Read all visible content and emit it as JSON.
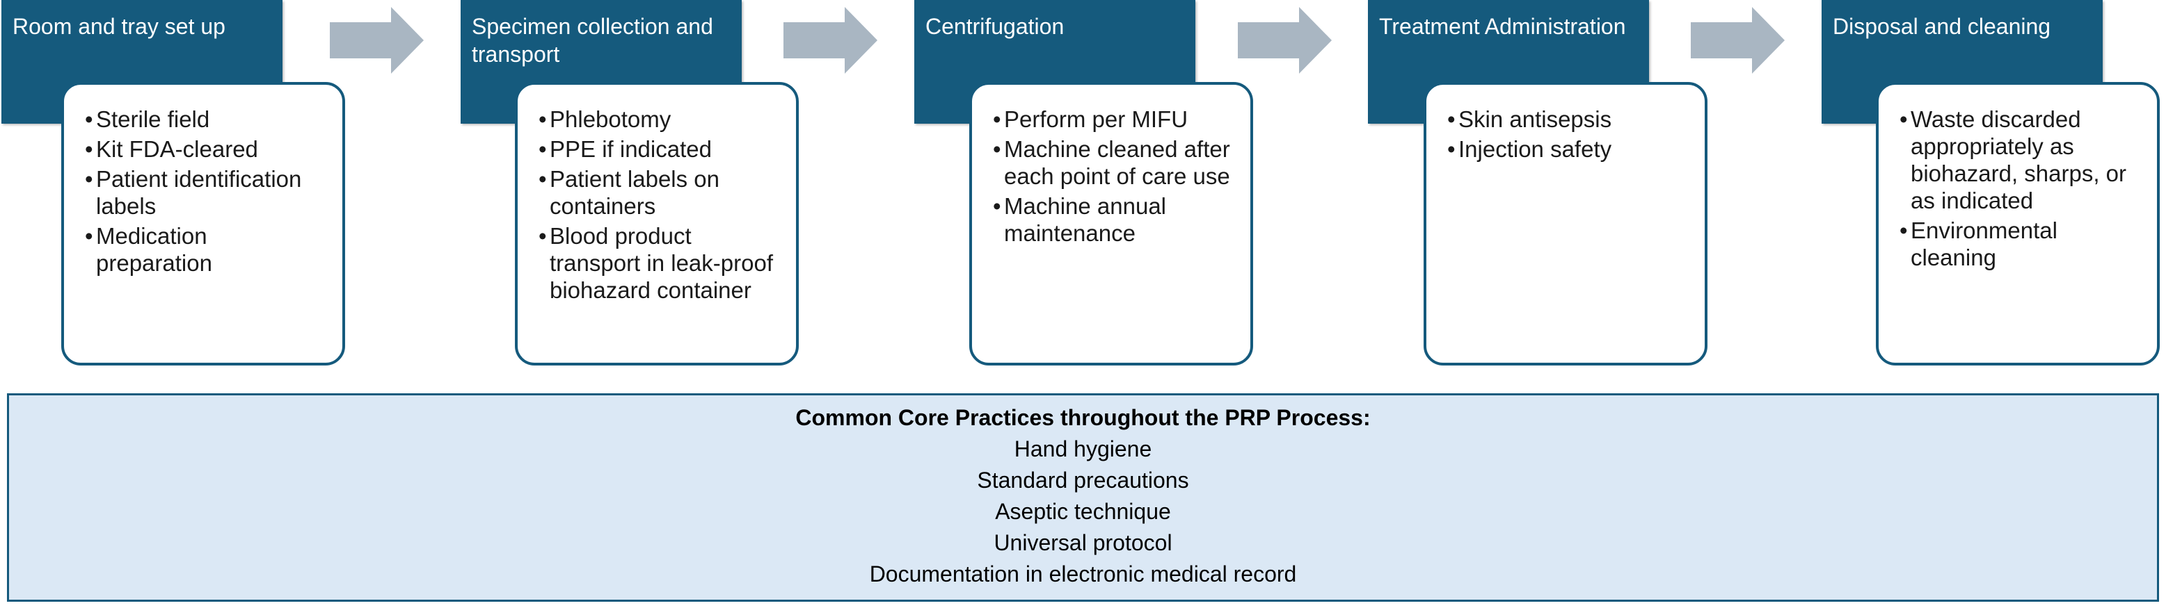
{
  "steps": [
    {
      "title": "Room and tray set up",
      "items": [
        "Sterile field",
        "Kit FDA-cleared",
        "Patient identification labels",
        "Medication preparation"
      ]
    },
    {
      "title": "Specimen collection and transport",
      "items": [
        "Phlebotomy",
        "PPE if indicated",
        "Patient labels on containers",
        "Blood product transport in leak-proof biohazard container"
      ]
    },
    {
      "title": "Centrifugation",
      "items": [
        "Perform per MIFU",
        "Machine cleaned after each point of care use",
        "Machine annual maintenance"
      ]
    },
    {
      "title": "Treatment Administration",
      "items": [
        "Skin antisepsis",
        "Injection safety"
      ]
    },
    {
      "title": "Disposal and cleaning",
      "items": [
        "Waste discarded appropriately as biohazard, sharps, or as indicated",
        "Environmental cleaning"
      ]
    }
  ],
  "bullet": "•",
  "core": {
    "title": "Common Core Practices throughout the PRP Process:",
    "items": [
      "Hand hygiene",
      "Standard precautions",
      "Aseptic technique",
      "Universal protocol",
      "Documentation in electronic medical record"
    ]
  },
  "colors": {
    "header": "#155a7d",
    "arrow": "#a9b6c2",
    "core_background": "#dbe8f5"
  }
}
